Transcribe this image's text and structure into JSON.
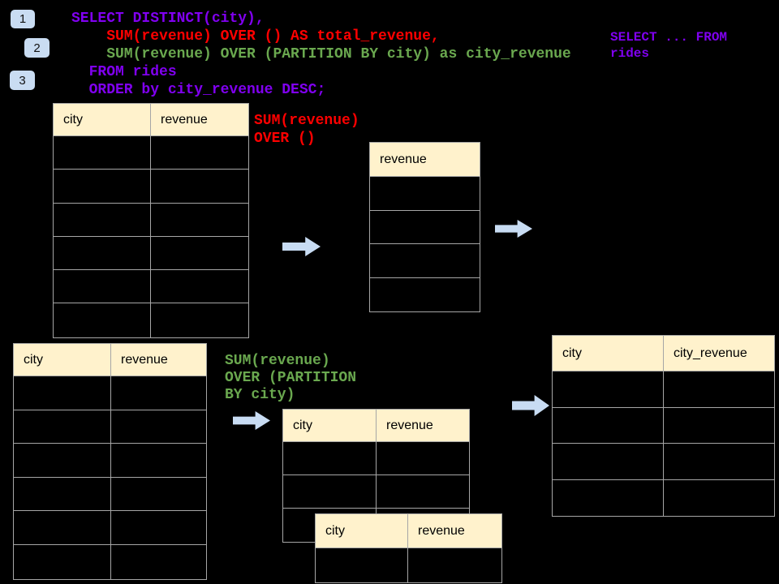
{
  "colors": {
    "purple": "#8000F0",
    "red": "#FF0000",
    "green": "#6AA84F",
    "header_fill": "#FFF2CC",
    "arrow_fill": "#C8DCF3",
    "badge_fill": "#C9DCF2",
    "table_border": "#A6A6A6"
  },
  "badges": [
    {
      "label": "1"
    },
    {
      "label": "2"
    },
    {
      "label": "3"
    }
  ],
  "sql": {
    "lines": [
      {
        "text": "SELECT DISTINCT(city),",
        "color": "purple"
      },
      {
        "text": "    SUM(revenue) OVER () AS total_revenue,",
        "color": "red"
      },
      {
        "text": "    SUM(revenue) OVER (PARTITION BY city) as city_revenue",
        "color": "green"
      },
      {
        "text": "  FROM rides",
        "color": "purple"
      },
      {
        "text": "  ORDER by city_revenue DESC;",
        "color": "purple"
      }
    ]
  },
  "side_note": {
    "lines": [
      {
        "text": "SELECT ... FROM",
        "color": "purple"
      },
      {
        "text": "rides",
        "color": "purple"
      }
    ]
  },
  "labels": {
    "total": {
      "lines": [
        {
          "text": "SUM(revenue)",
          "color": "red"
        },
        {
          "text": "OVER ()",
          "color": "red"
        }
      ]
    },
    "partition": {
      "lines": [
        {
          "text": "SUM(revenue)",
          "color": "green"
        },
        {
          "text": "OVER (PARTITION",
          "color": "green"
        },
        {
          "text": "BY city)",
          "color": "green"
        }
      ]
    }
  },
  "tables": {
    "source_top": {
      "headers": [
        "city",
        "revenue"
      ],
      "empty_rows": 6
    },
    "total_revenue": {
      "headers": [
        "revenue"
      ],
      "empty_rows": 4
    },
    "source_bottom": {
      "headers": [
        "city",
        "revenue"
      ],
      "empty_rows": 6
    },
    "partition_input": {
      "headers": [
        "city",
        "revenue"
      ],
      "empty_rows": 3
    },
    "partition_overlay": {
      "headers": [
        "city",
        "revenue"
      ],
      "empty_rows": 1
    },
    "result": {
      "headers": [
        "city",
        "city_revenue"
      ],
      "empty_rows": 4
    }
  }
}
